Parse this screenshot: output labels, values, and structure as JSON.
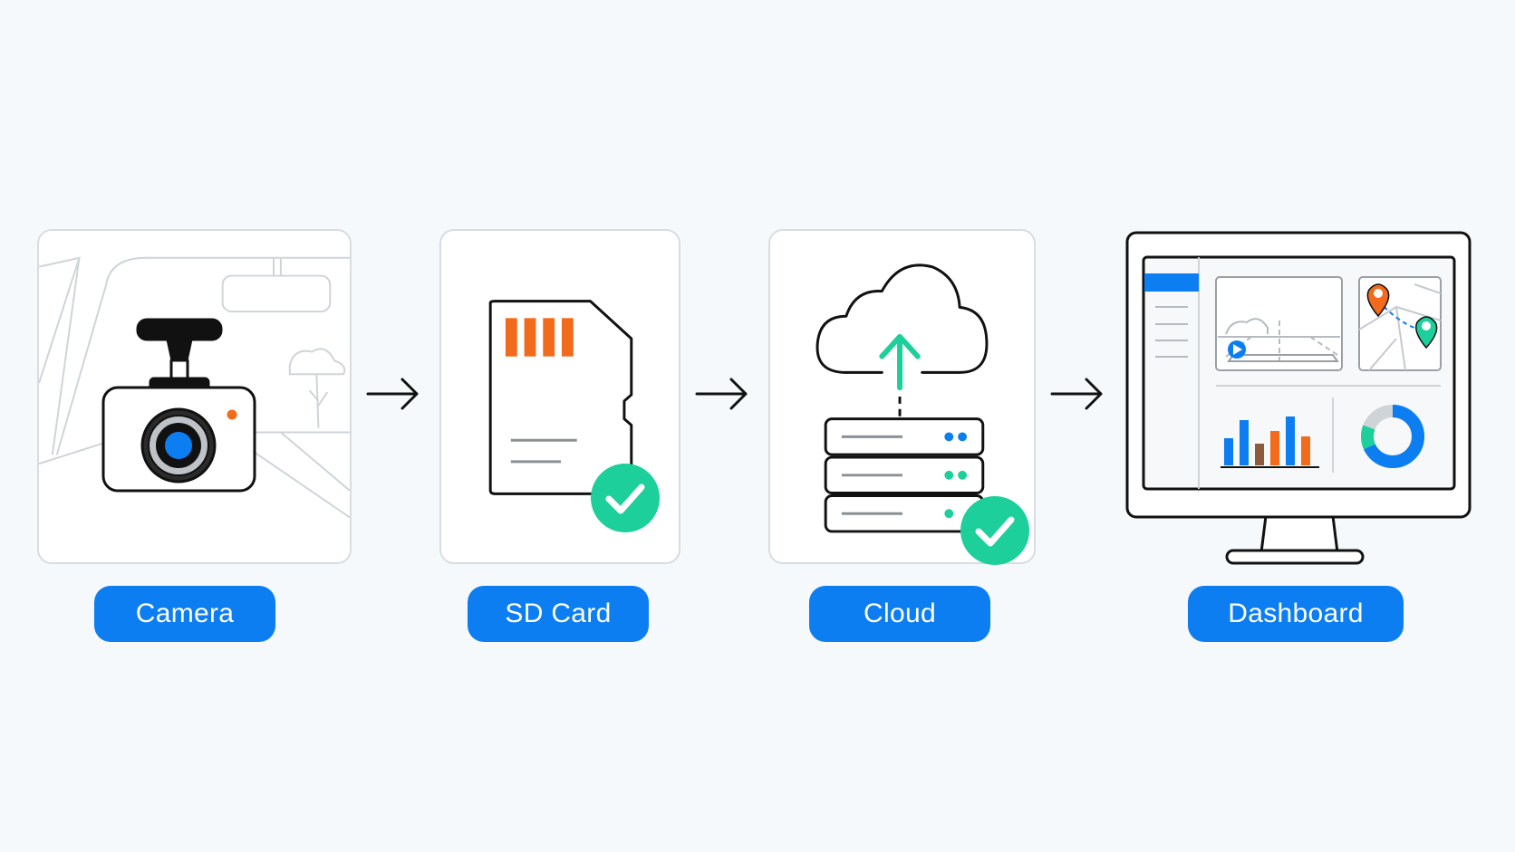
{
  "steps": [
    {
      "id": "camera",
      "label": "Camera"
    },
    {
      "id": "sd-card",
      "label": "SD Card"
    },
    {
      "id": "cloud",
      "label": "Cloud"
    },
    {
      "id": "dashboard",
      "label": "Dashboard"
    }
  ],
  "colors": {
    "accent_blue": "#0d7ef2",
    "accent_orange": "#f26a1b",
    "accent_green": "#1ccf9b",
    "line_dark": "#111111",
    "line_light": "#cfd4d8",
    "background": "#f6f9fb"
  },
  "icons": [
    "dashcam-icon",
    "sd-card-icon",
    "cloud-upload-icon",
    "server-icon",
    "check-icon",
    "monitor-icon",
    "arrow-right-icon"
  ]
}
